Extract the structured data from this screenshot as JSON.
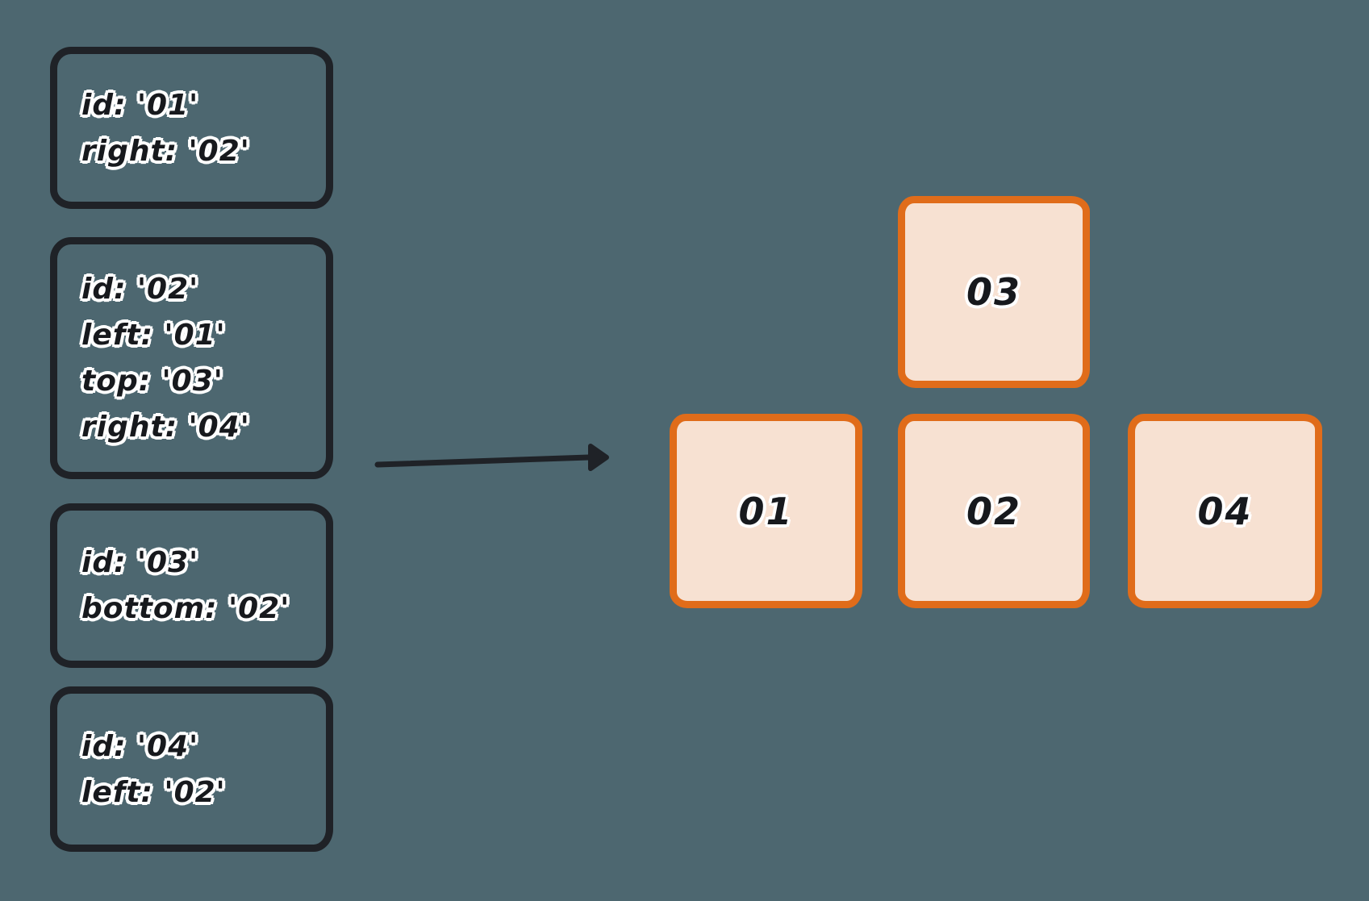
{
  "diagram": {
    "background_color": "#4d6770",
    "stroke_color": "#1f2227",
    "accent_color": "#e06c1a",
    "node_fill_color": "#f7e1d2",
    "text_color": "#17191d",
    "text_halo_color": "#ffffff",
    "definition_cards": [
      {
        "lines": [
          "id: '01'",
          "right: '02'"
        ]
      },
      {
        "lines": [
          "id: '02'",
          "left: '01'",
          "top: '03'",
          "right: '04'"
        ]
      },
      {
        "lines": [
          "id: '03'",
          "bottom: '02'"
        ]
      },
      {
        "lines": [
          "id: '04'",
          "left: '02'"
        ]
      }
    ],
    "arrow": {
      "direction": "right"
    },
    "nodes": [
      {
        "label": "03"
      },
      {
        "label": "01"
      },
      {
        "label": "02"
      },
      {
        "label": "04"
      }
    ]
  }
}
